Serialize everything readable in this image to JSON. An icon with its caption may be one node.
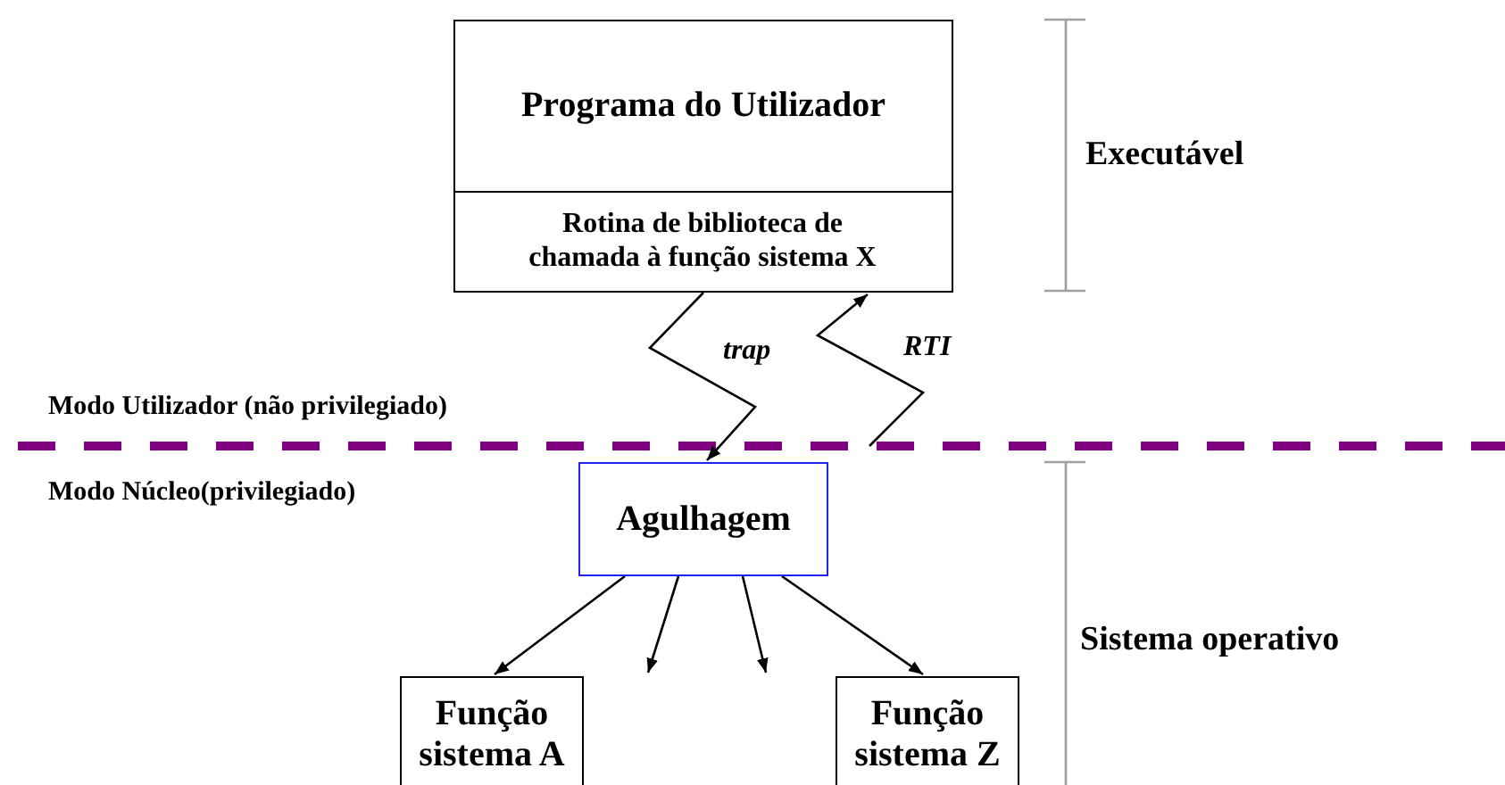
{
  "diagram": {
    "nodes": [
      {
        "text": [
          "Programa do Utilizador"
        ]
      },
      {
        "text": [
          "Rotina de biblioteca de chamada à função sistema X"
        ],
        "in": 0
      },
      {
        "text": [
          "Agulhagem"
        ]
      },
      {
        "text": [
          "Função sistema A"
        ]
      },
      {
        "text": [
          "Função sistema Z"
        ]
      }
    ],
    "edges": [
      {
        "from": 1,
        "to": 2,
        "arrow": "to",
        "label": "trap"
      },
      {
        "from": null,
        "to": 1,
        "arrow": "to",
        "label": "RTI"
      },
      {
        "from": 2,
        "to": 3,
        "arrow": "to"
      },
      {
        "from": 2,
        "to": null,
        "arrow": "to"
      },
      {
        "from": 2,
        "to": null,
        "arrow": "to"
      },
      {
        "from": 2,
        "to": 4,
        "arrow": "to"
      }
    ],
    "labels": [
      "Executável",
      "Modo Utilizador (não privilegiado)",
      "Modo Núcleo(privilegiado)",
      "Sistema operativo"
    ]
  }
}
